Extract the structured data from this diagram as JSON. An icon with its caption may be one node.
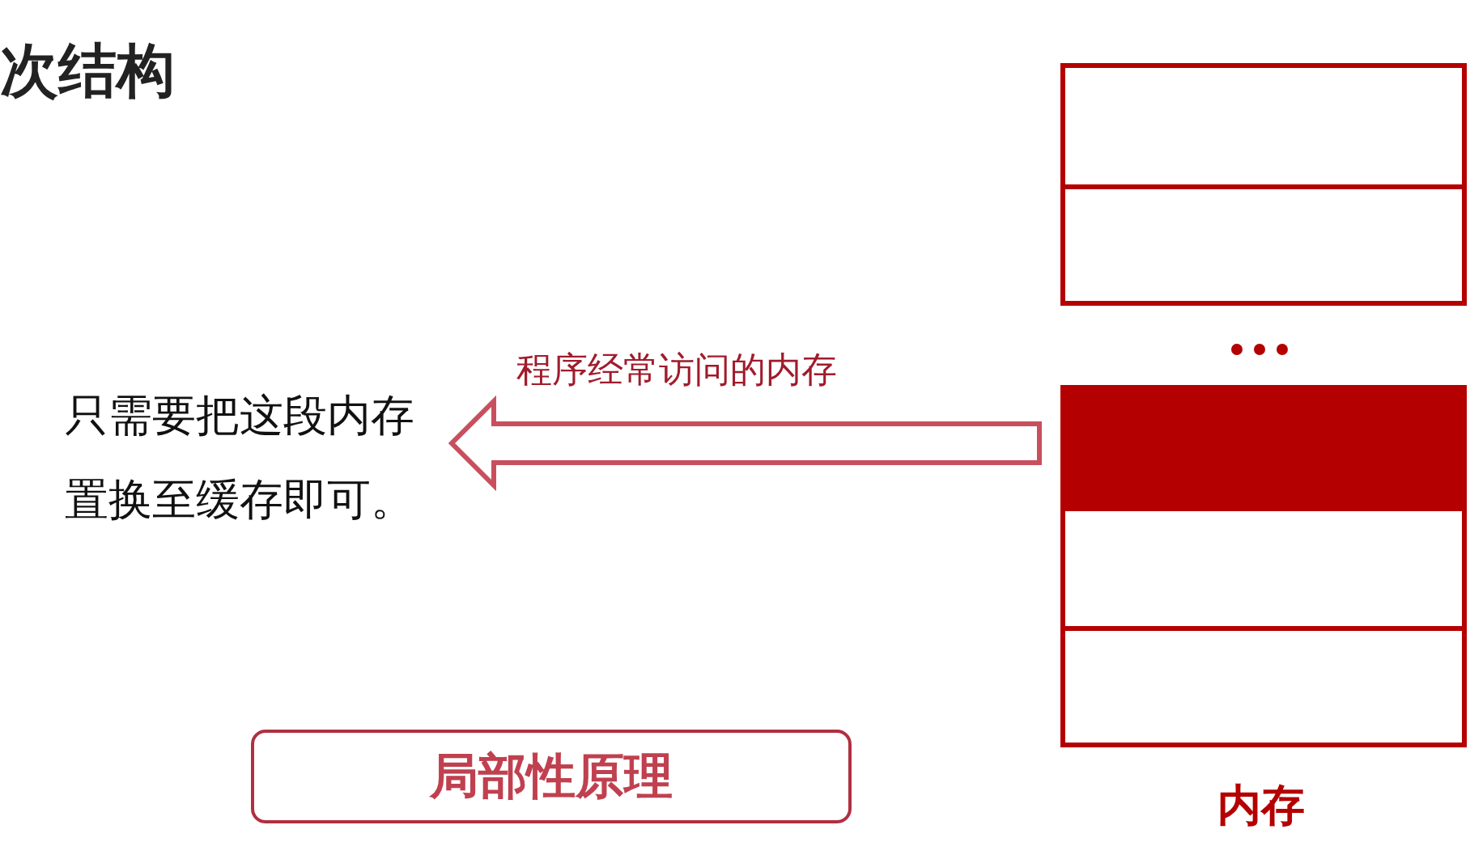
{
  "diagram": {
    "title": "次结构",
    "nodes": [
      {
        "text": [
          "只需要把这段内存置换至缓存即可。"
        ]
      },
      {
        "text": [],
        "shape": "box"
      },
      {
        "text": [],
        "shape": "box"
      },
      {
        "text": [],
        "shape": "box"
      },
      {
        "text": [],
        "shape": "box"
      },
      {
        "text": [],
        "shape": "box"
      },
      {
        "text": [
          "局部性原理"
        ]
      }
    ],
    "edges": [
      {
        "from": 3,
        "to": 0,
        "arrow": "to",
        "label": "程序经常访问的内存"
      }
    ],
    "labels": [
      "内存"
    ]
  }
}
